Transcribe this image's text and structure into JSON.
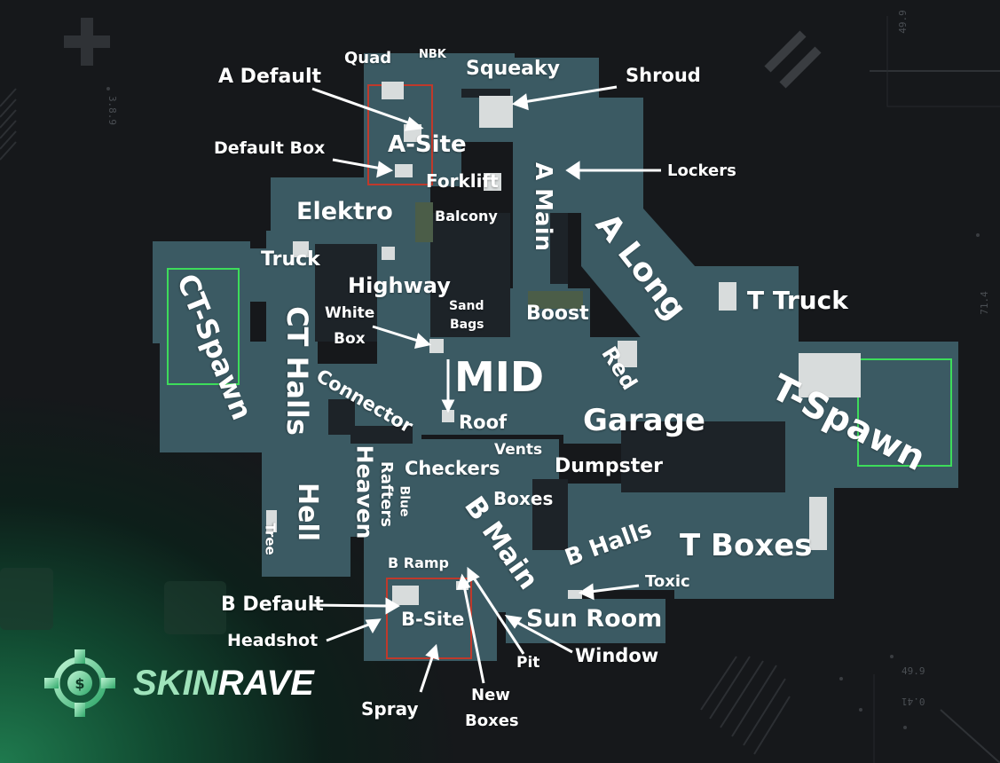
{
  "map": {
    "callouts": [
      {
        "id": "a-default",
        "text": "A Default"
      },
      {
        "id": "quad",
        "text": "Quad"
      },
      {
        "id": "nbk",
        "text": "NBK"
      },
      {
        "id": "squeaky",
        "text": "Squeaky"
      },
      {
        "id": "shroud",
        "text": "Shroud"
      },
      {
        "id": "default-box",
        "text": "Default Box"
      },
      {
        "id": "a-site",
        "text": "A-Site"
      },
      {
        "id": "forklift",
        "text": "Forklift"
      },
      {
        "id": "a-main",
        "text": "A Main"
      },
      {
        "id": "lockers",
        "text": "Lockers"
      },
      {
        "id": "elektro",
        "text": "Elektro"
      },
      {
        "id": "balcony",
        "text": "Balcony"
      },
      {
        "id": "a-long",
        "text": "A Long"
      },
      {
        "id": "truck",
        "text": "Truck"
      },
      {
        "id": "ct-spawn",
        "text": "CT-Spawn"
      },
      {
        "id": "highway",
        "text": "Highway"
      },
      {
        "id": "t-truck",
        "text": "T Truck"
      },
      {
        "id": "white-box-1",
        "text": "White"
      },
      {
        "id": "white-box-2",
        "text": "Box"
      },
      {
        "id": "sand-bags-1",
        "text": "Sand"
      },
      {
        "id": "sand-bags-2",
        "text": "Bags"
      },
      {
        "id": "boost",
        "text": "Boost"
      },
      {
        "id": "ct-halls",
        "text": "CT Halls"
      },
      {
        "id": "mid",
        "text": "MID"
      },
      {
        "id": "red",
        "text": "Red"
      },
      {
        "id": "connector",
        "text": "Connector"
      },
      {
        "id": "t-spawn",
        "text": "T-Spawn"
      },
      {
        "id": "roof",
        "text": "Roof"
      },
      {
        "id": "garage",
        "text": "Garage"
      },
      {
        "id": "vents",
        "text": "Vents"
      },
      {
        "id": "heaven",
        "text": "Heaven"
      },
      {
        "id": "rafters",
        "text": "Rafters"
      },
      {
        "id": "blue",
        "text": "Blue"
      },
      {
        "id": "checkers",
        "text": "Checkers"
      },
      {
        "id": "dumpster",
        "text": "Dumpster"
      },
      {
        "id": "hell",
        "text": "Hell"
      },
      {
        "id": "tree",
        "text": "Tree"
      },
      {
        "id": "boxes",
        "text": "Boxes"
      },
      {
        "id": "b-main",
        "text": "B Main"
      },
      {
        "id": "b-halls",
        "text": "B Halls"
      },
      {
        "id": "t-boxes",
        "text": "T Boxes"
      },
      {
        "id": "b-ramp",
        "text": "B Ramp"
      },
      {
        "id": "toxic",
        "text": "Toxic"
      },
      {
        "id": "b-default",
        "text": "B Default"
      },
      {
        "id": "b-site",
        "text": "B-Site"
      },
      {
        "id": "sun-room",
        "text": "Sun Room"
      },
      {
        "id": "headshot",
        "text": "Headshot"
      },
      {
        "id": "window",
        "text": "Window"
      },
      {
        "id": "pit",
        "text": "Pit"
      },
      {
        "id": "new-boxes-1",
        "text": "New"
      },
      {
        "id": "new-boxes-2",
        "text": "Boxes"
      },
      {
        "id": "spray",
        "text": "Spray"
      }
    ],
    "colors": {
      "floor": "#3b5a63",
      "wall": "#1d2328",
      "site_outline": "#c0392b",
      "spawn_outline": "#3ddc5a",
      "crate": "#d8dcdc",
      "label": "#ffffff"
    }
  },
  "brand": {
    "name_part1": "SKIN",
    "name_part2": "RAVE",
    "icon": "skinrave-crosshair-logo-icon"
  },
  "decor": {
    "numbers": [
      "49.9",
      "3.8.9",
      "71.4",
      "49.9",
      "0.41"
    ]
  }
}
